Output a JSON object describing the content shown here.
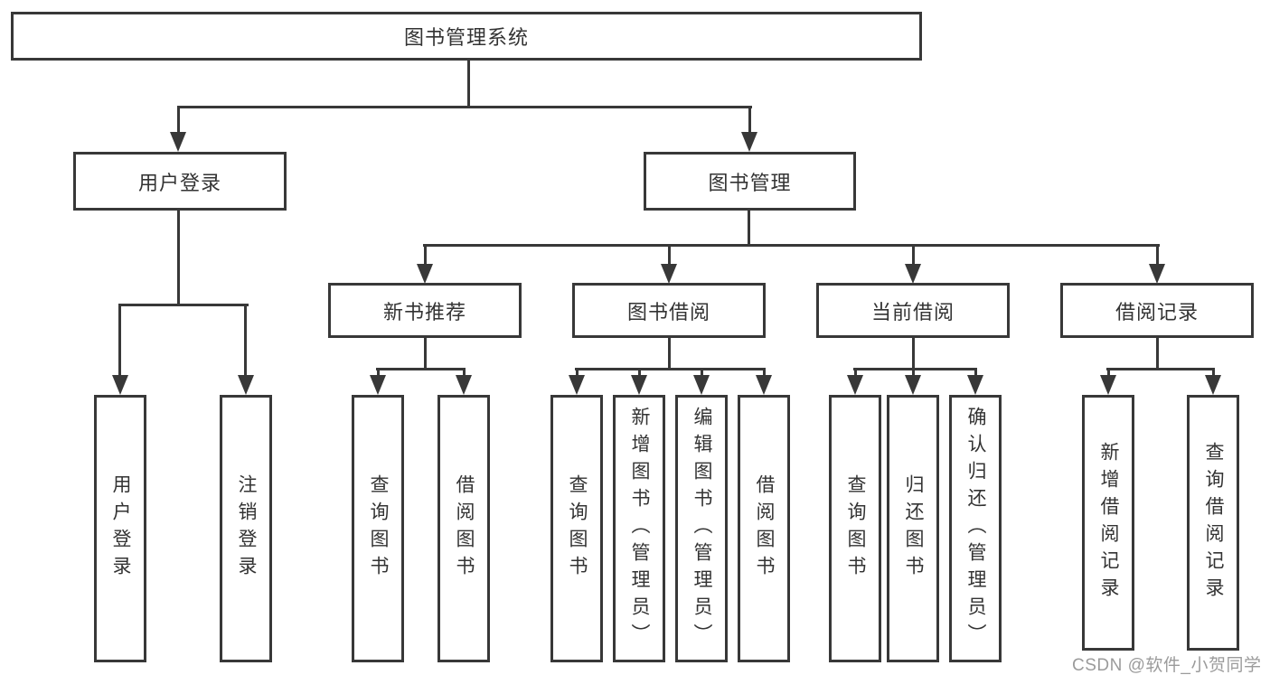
{
  "root": {
    "label": "图书管理系统"
  },
  "level2": {
    "userLogin": {
      "label": "用户登录"
    },
    "bookManagement": {
      "label": "图书管理"
    }
  },
  "level3": {
    "newBookRecommend": {
      "label": "新书推荐"
    },
    "bookBorrow": {
      "label": "图书借阅"
    },
    "currentBorrow": {
      "label": "当前借阅"
    },
    "borrowRecords": {
      "label": "借阅记录"
    }
  },
  "leaves": {
    "userLogin": [
      {
        "label": "用户登录"
      },
      {
        "label": "注销登录"
      }
    ],
    "newBookRecommend": [
      {
        "label": "查询图书"
      },
      {
        "label": "借阅图书"
      }
    ],
    "bookBorrow": [
      {
        "label": "查询图书"
      },
      {
        "label": "新增图书（管理员）"
      },
      {
        "label": "编辑图书（管理员）"
      },
      {
        "label": "借阅图书"
      }
    ],
    "currentBorrow": [
      {
        "label": "查询图书"
      },
      {
        "label": "归还图书"
      },
      {
        "label": "确认归还（管理员）"
      }
    ],
    "borrowRecords": [
      {
        "label": "新增借阅记录"
      },
      {
        "label": "查询借阅记录"
      }
    ]
  },
  "watermark": {
    "text": "CSDN @软件_小贺同学"
  },
  "colors": {
    "stroke": "#383838",
    "text": "#333333",
    "watermark": "#9b9b9b",
    "background": "#ffffff"
  }
}
